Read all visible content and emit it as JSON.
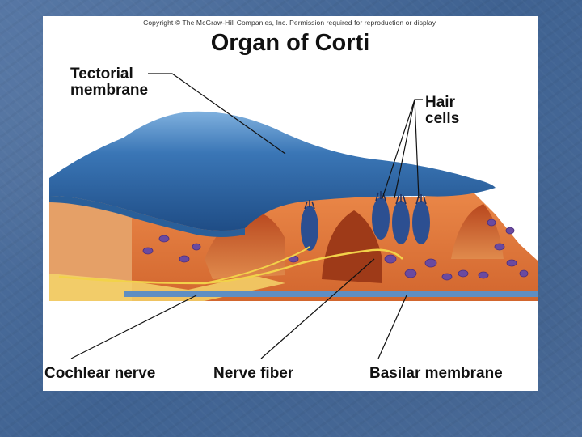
{
  "copyright": "Copyright © The McGraw-Hill Companies, Inc. Permission required for reproduction or display.",
  "title": "Organ of Corti",
  "labels": {
    "tectorial_1": "Tectorial",
    "tectorial_2": "membrane",
    "hair_1": "Hair",
    "hair_2": "cells",
    "cochlear_nerve": "Cochlear nerve",
    "nerve_fiber": "Nerve fiber",
    "basilar_membrane": "Basilar membrane"
  },
  "colors": {
    "slide_background": "#4a6d9c",
    "tectorial": "#2f6aa8",
    "tissue": "#e0793e",
    "nucleus": "#6a4aa0",
    "nerve": "#f2d24a",
    "basilar": "#5f8ec2"
  }
}
